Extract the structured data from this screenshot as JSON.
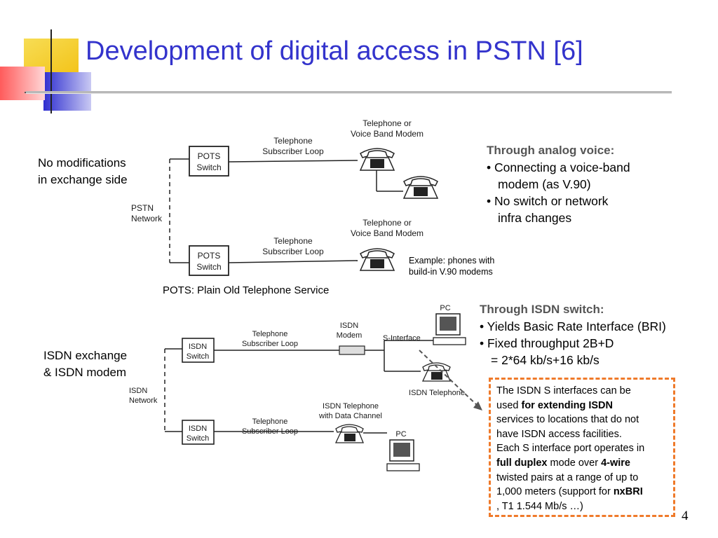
{
  "title": "Development of digital access in PSTN [6]",
  "slide_number": "4",
  "pots_diagram": {
    "side_label": [
      "No modifications",
      "in exchange side"
    ],
    "network_label": [
      "PSTN",
      "Network"
    ],
    "switch_label": [
      "POTS",
      "Switch"
    ],
    "loop_label": [
      "Telephone",
      "Subscriber Loop"
    ],
    "phone_label": [
      "Telephone or",
      "Voice Band Modem"
    ],
    "footnote": "POTS: Plain Old Telephone Service",
    "example_note": [
      "Example: phones with",
      "build-in V.90 modems"
    ]
  },
  "analog_bullets": {
    "heading": "Through analog voice:",
    "items": [
      [
        "• Connecting a voice-band",
        "modem (as V.90)"
      ],
      [
        "• No switch or network",
        "infra changes"
      ]
    ]
  },
  "isdn_diagram": {
    "side_label": [
      "ISDN exchange",
      "& ISDN modem"
    ],
    "network_label": [
      "ISDN",
      "Network"
    ],
    "switch_label": [
      "ISDN",
      "Switch"
    ],
    "loop_label": [
      "Telephone",
      "Subscriber Loop"
    ],
    "modem_label": [
      "ISDN",
      "Modem"
    ],
    "s_interface_label": "S-Interface",
    "pc_label": "PC",
    "isdn_phone_label": "ISDN Telephone",
    "isdn_phone_data_label": [
      "ISDN Telephone",
      "with Data Channel"
    ]
  },
  "isdn_bullets": {
    "heading": "Through ISDN switch:",
    "items": [
      [
        "• Yields Basic Rate Interface (BRI)"
      ],
      [
        "• Fixed throughput 2B+D",
        "= 2*64 kb/s+16 kb/s"
      ]
    ]
  },
  "isdn_note": {
    "l1_a": "The ISDN S interfaces can be",
    "l2_a": "used ",
    "l2_b": "for extending ISDN",
    "l3": "services to locations that do not",
    "l4": "have ISDN access facilities.",
    "l5": "Each S interface port operates in",
    "l6_b": "full duplex",
    "l6_a": " mode over ",
    "l6_c": "4-wire",
    "l7": "twisted pairs at a range of up to",
    "l8_a": "1,000 meters (support for ",
    "l8_b": "nxBRI",
    "l9": ", T1 1.544 Mb/s …)"
  },
  "colors": {
    "title": "#3333cc",
    "note_border": "#ef7a2a",
    "deco_yellow": "#f5d23c",
    "deco_red": "#ee4444",
    "deco_blue": "#3f3fd0"
  }
}
